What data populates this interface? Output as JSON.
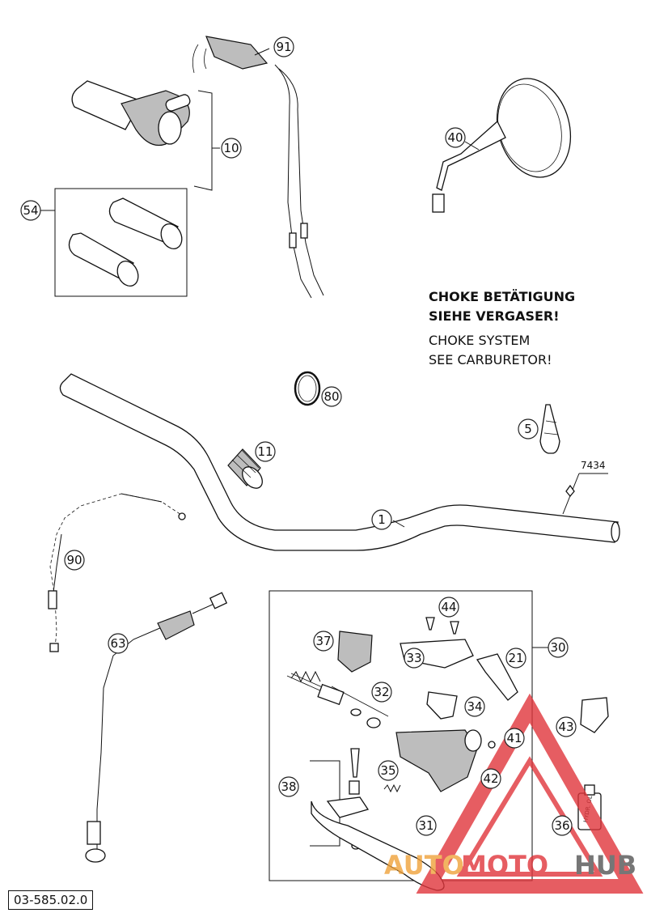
{
  "labels": {
    "l91": "91",
    "l10": "10",
    "l54": "54",
    "l40": "40",
    "l80": "80",
    "l5": "5",
    "l11": "11",
    "l7434": "7434",
    "l1": "1",
    "l90": "90",
    "l63": "63",
    "l44": "44",
    "l37": "37",
    "l33": "33",
    "l21": "21",
    "l30": "30",
    "l32": "32",
    "l34": "34",
    "l41": "41",
    "l43": "43",
    "l35": "35",
    "l38": "38",
    "l42": "42",
    "l31": "31",
    "l36": "36"
  },
  "note": {
    "line1": "CHOKE BETÄTIGUNG",
    "line2": "SIEHE VERGASER!",
    "line3": "CHOKE SYSTEM",
    "line4": "SEE CARBURETOR!"
  },
  "bottle_text": "HYDR. OL",
  "watermark": {
    "auto": "AUTO",
    "moto": "MOTO",
    "hub": "HUB"
  },
  "doc_number": "03-585.02.0",
  "colors": {
    "watermark_red": "#e0353b",
    "watermark_orange": "#f0a23a",
    "watermark_gray": "#555555"
  }
}
